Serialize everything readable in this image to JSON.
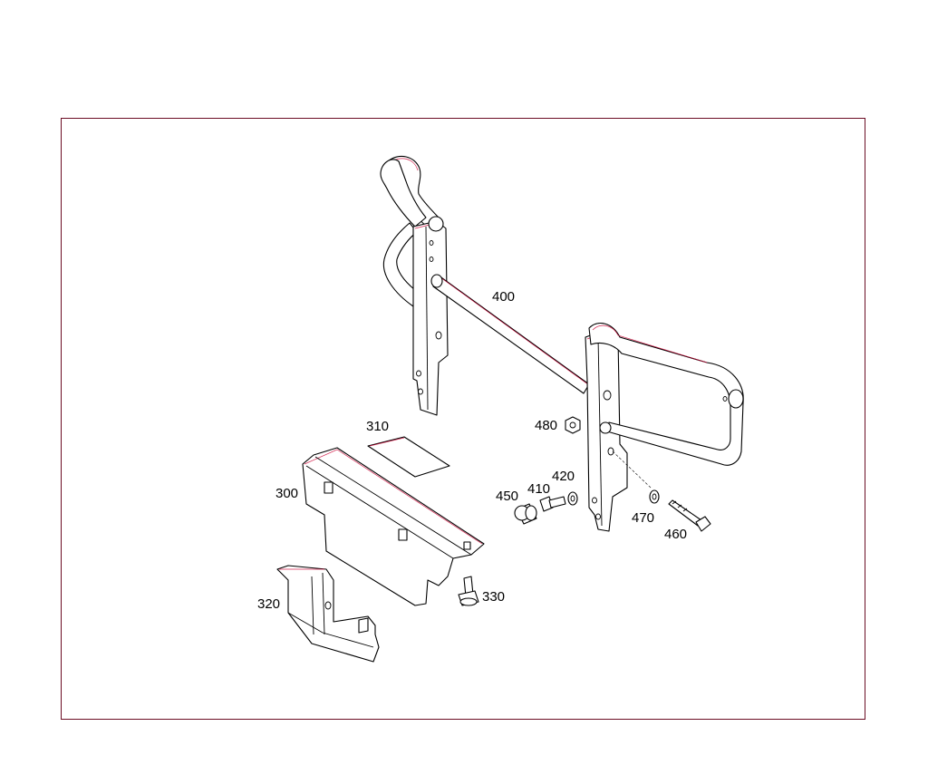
{
  "diagram": {
    "part_labels": [
      {
        "id": "400",
        "text": "400"
      },
      {
        "id": "310",
        "text": "310"
      },
      {
        "id": "480",
        "text": "480"
      },
      {
        "id": "300",
        "text": "300"
      },
      {
        "id": "420",
        "text": "420"
      },
      {
        "id": "410",
        "text": "410"
      },
      {
        "id": "450",
        "text": "450"
      },
      {
        "id": "470",
        "text": "470"
      },
      {
        "id": "460",
        "text": "460"
      },
      {
        "id": "330",
        "text": "330"
      },
      {
        "id": "320",
        "text": "320"
      }
    ]
  },
  "colors": {
    "frame": "#6b0d24",
    "line": "#000000",
    "line_tint": "#cc0033",
    "background": "#ffffff"
  }
}
